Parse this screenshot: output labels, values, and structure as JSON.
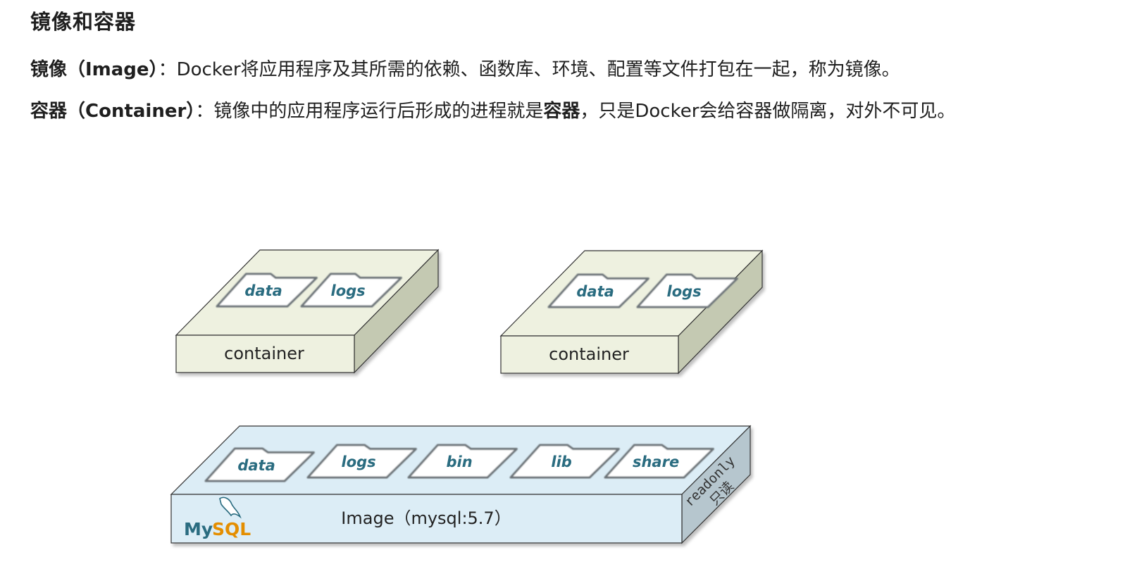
{
  "heading": "镜像和容器",
  "definitions": {
    "image_term": "镜像（Image）",
    "image_colon": "：",
    "image_text": "Docker将应用程序及其所需的依赖、函数库、环境、配置等文件打包在一起，称为镜像。",
    "container_term": "容器（Container）",
    "container_colon": "：",
    "container_text_a": "镜像中的应用程序运行后形成的进程就是",
    "container_bold": "容器",
    "container_text_b": "，只是Docker会给容器做隔离，对外不可见。"
  },
  "diagram": {
    "containers": [
      {
        "label": "container",
        "folders": [
          "data",
          "logs"
        ]
      },
      {
        "label": "container",
        "folders": [
          "data",
          "logs"
        ]
      }
    ],
    "image": {
      "label": "Image（mysql:5.7）",
      "folders": [
        "data",
        "logs",
        "bin",
        "lib",
        "share"
      ],
      "side_label_en": "readonly",
      "side_label_zh": "只读",
      "logo_my": "My",
      "logo_sql": "SQL"
    },
    "colors": {
      "container_fill": "#eef1e0",
      "container_side": "#c4c9b2",
      "image_fill": "#dcedf6",
      "image_side": "#b6c6ce",
      "folder_stroke": "#6c7378",
      "folder_text": "#2a6c80"
    }
  }
}
